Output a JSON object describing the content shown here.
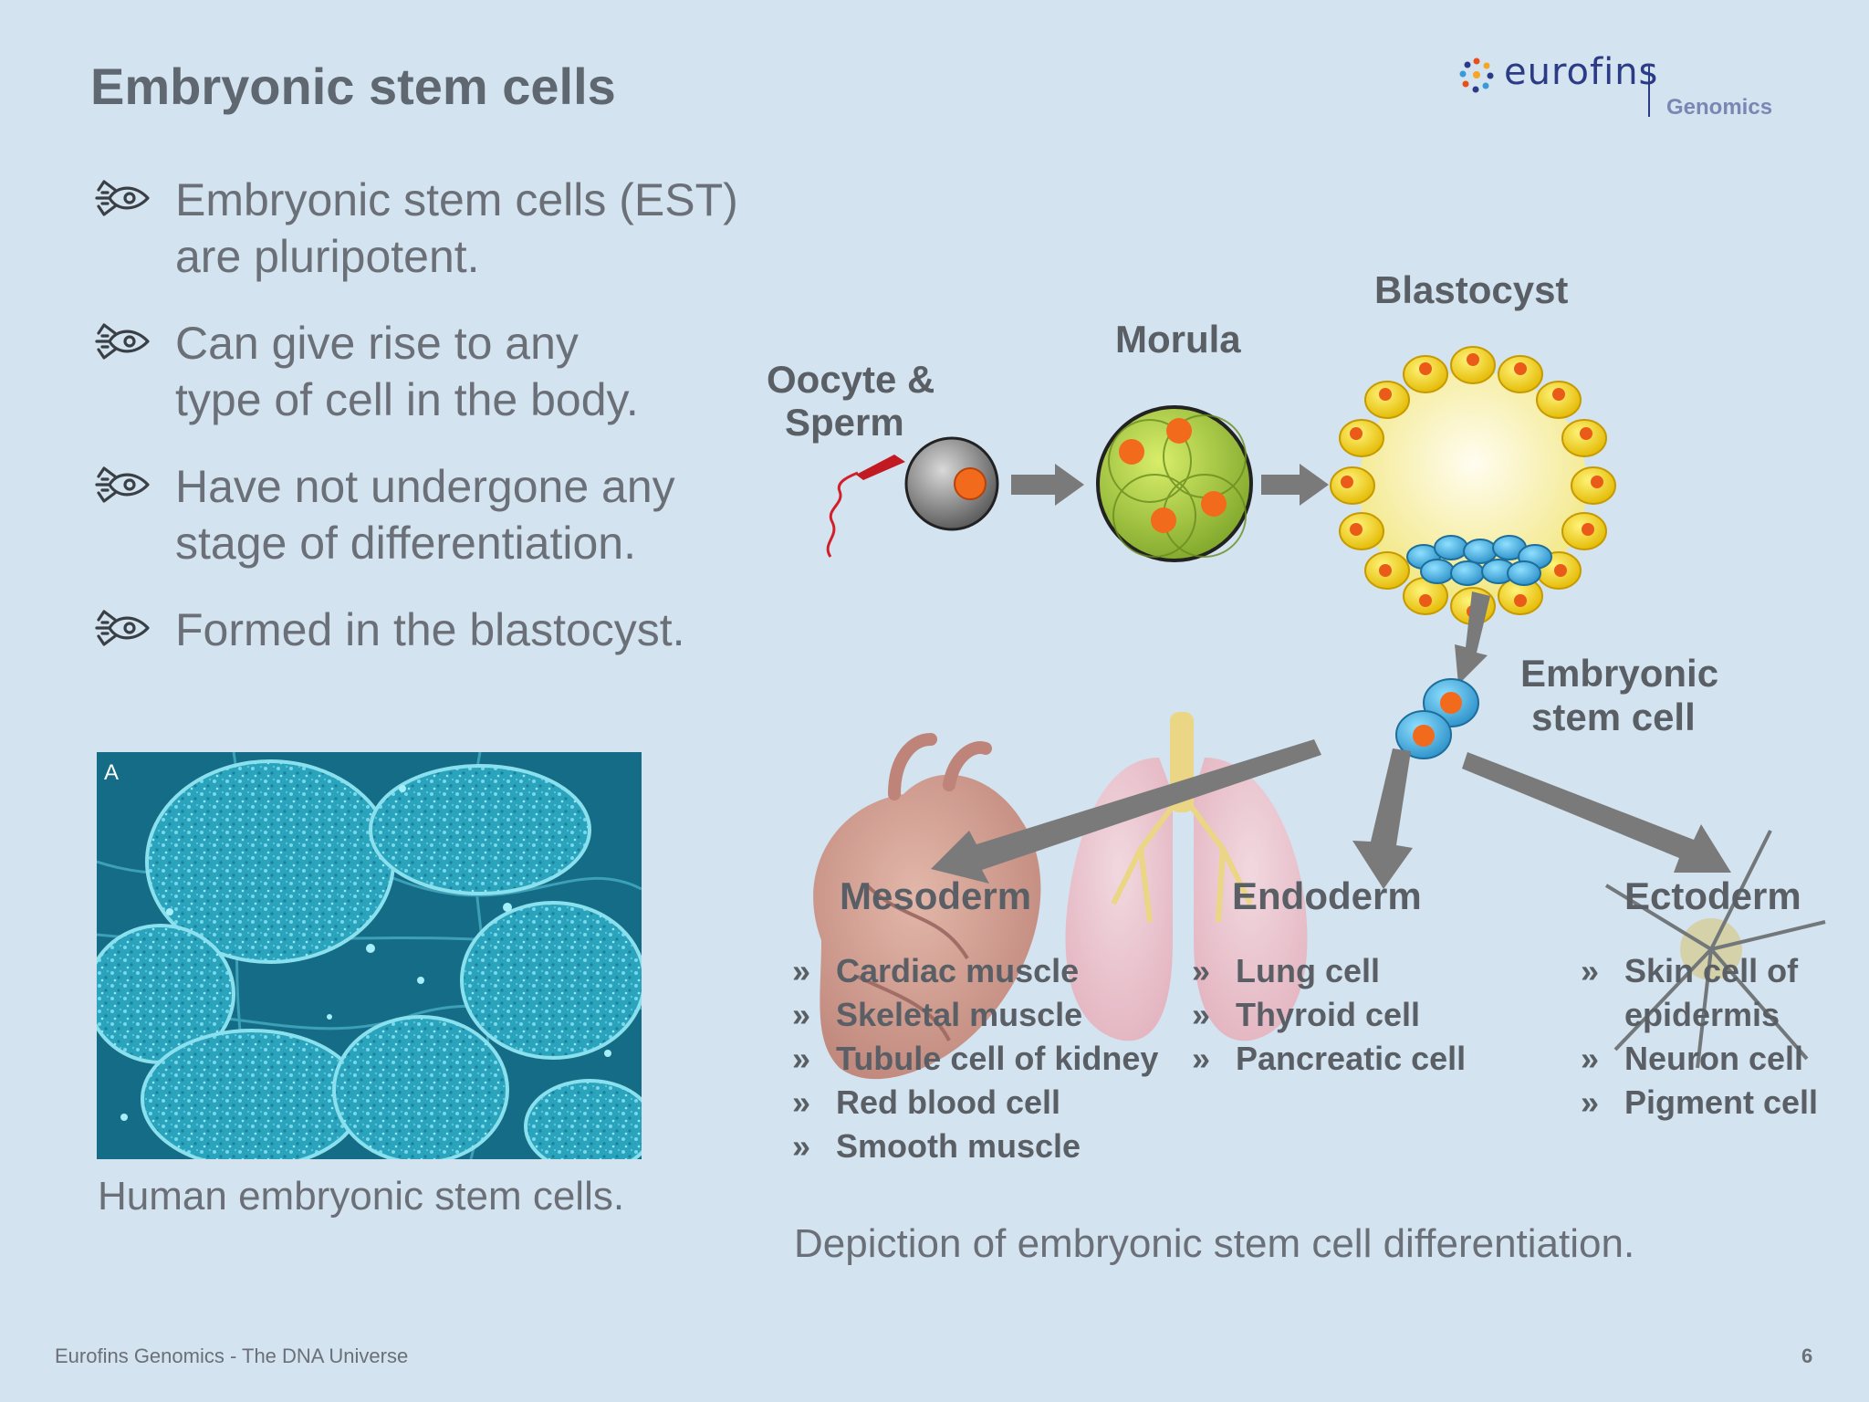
{
  "slide": {
    "title": "Embryonic stem cells",
    "logo": {
      "brand": "eurofins",
      "division": "Genomics"
    },
    "bullets": [
      {
        "line1": "Embryonic stem cells (EST)",
        "line2": "are pluripotent."
      },
      {
        "line1": "Can give rise to any",
        "line2": "type of cell in the body."
      },
      {
        "line1": "Have not undergone any",
        "line2": "stage of differentiation."
      },
      {
        "line1": "Formed in the blastocyst.",
        "line2": ""
      }
    ],
    "photo_label": "A",
    "photo_caption": "Human embryonic stem cells.",
    "diagram_caption": "Depiction of embryonic stem cell differentiation.",
    "footer": "Eurofins Genomics - The DNA Universe",
    "page_number": "6"
  },
  "diagram": {
    "stage_oocyte_line1": "Oocyte &",
    "stage_oocyte_line2": "Sperm",
    "stage_morula": "Morula",
    "stage_blastocyst": "Blastocyst",
    "esc_line1": "Embryonic",
    "esc_line2": "stem cell",
    "mesoderm": {
      "title": "Mesoderm",
      "items": [
        "Cardiac muscle",
        "Skeletal muscle",
        "Tubule cell of kidney",
        "Red blood cell",
        "Smooth muscle"
      ]
    },
    "endoderm": {
      "title": "Endoderm",
      "items": [
        "Lung cell",
        "Thyroid cell",
        "Pancreatic cell"
      ]
    },
    "ectoderm": {
      "title": "Ectoderm",
      "items": [
        "Skin cell of",
        "epidermis",
        "Neuron cell",
        "Pigment cell"
      ]
    }
  },
  "colors": {
    "background": "#d3e3ef",
    "title_gray": "#5f6770",
    "text_gray": "#6b7078",
    "brand_blue": "#2b3b86",
    "arrow_gray": "#7a7a7a"
  }
}
